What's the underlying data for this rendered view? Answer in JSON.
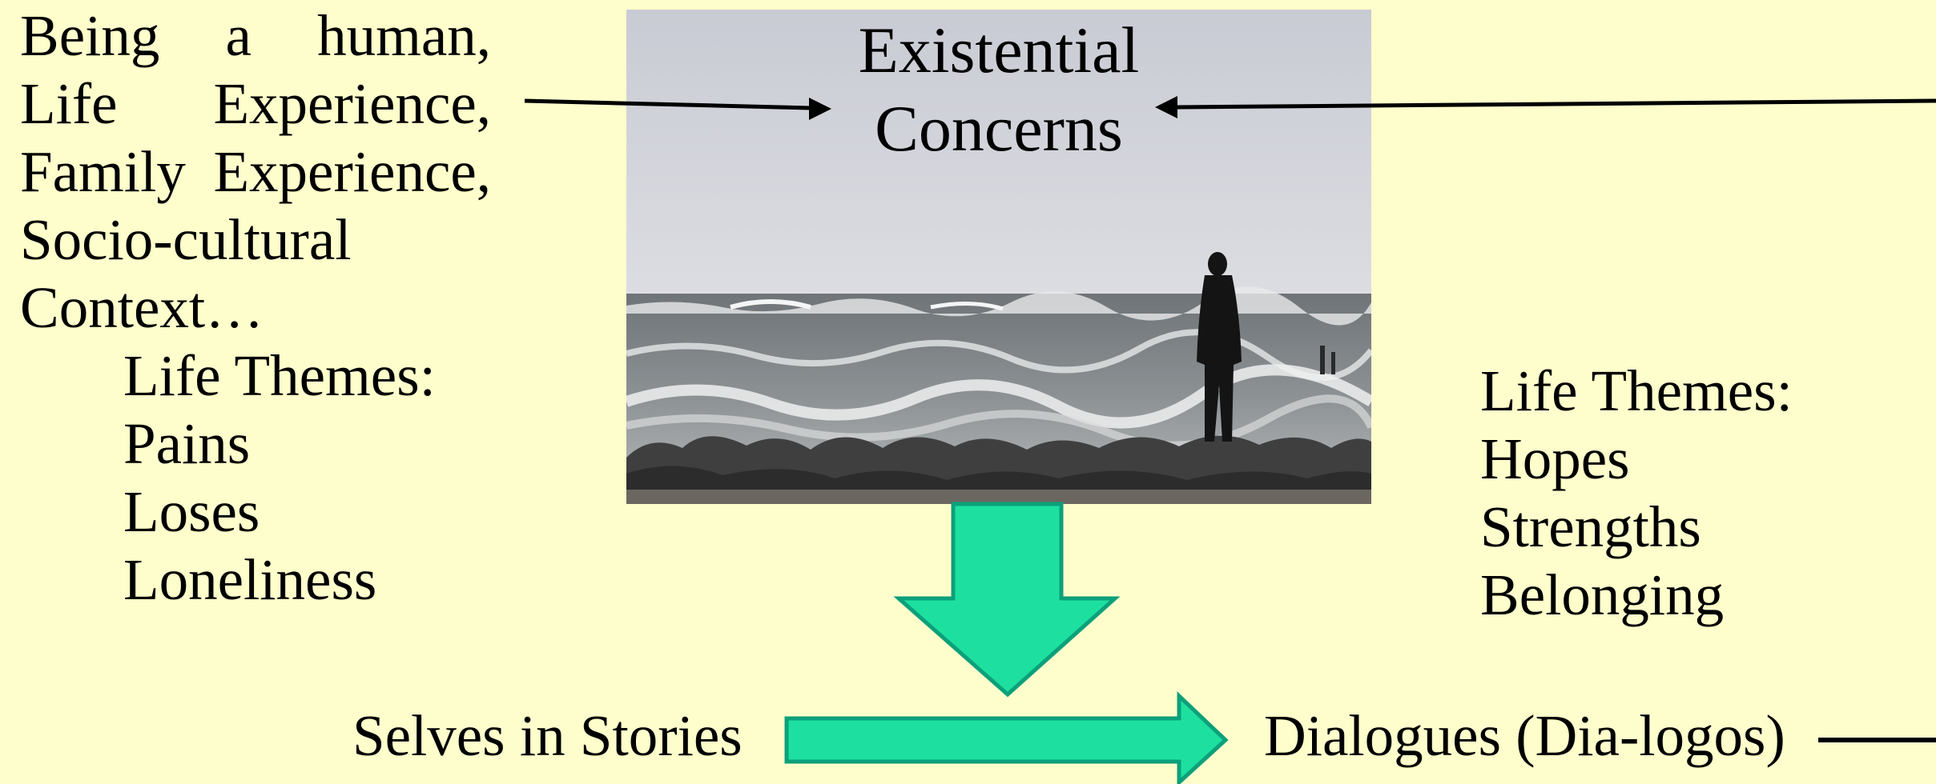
{
  "left_text": {
    "lines": [
      [
        "Being",
        "a",
        "human,"
      ],
      [
        "Life",
        "Experience,"
      ],
      [
        "Family",
        "Experience,"
      ],
      [
        "Socio-cultural"
      ],
      [
        "Context…"
      ]
    ]
  },
  "left_themes": {
    "heading": "Life Themes:",
    "items": [
      "Pains",
      "Loses",
      "Loneliness"
    ]
  },
  "center": {
    "title_line1": "Existential",
    "title_line2": "Concerns"
  },
  "right_themes": {
    "heading": "Life Themes:",
    "items": [
      "Hopes",
      "Strengths",
      "Belonging"
    ]
  },
  "bottom": {
    "left_label": "Selves in Stories",
    "right_label": "Dialogues (Dia-logos)"
  },
  "colors": {
    "background": "#fefecc",
    "arrow_fill": "#1de0a0",
    "arrow_stroke": "#0da07a"
  }
}
